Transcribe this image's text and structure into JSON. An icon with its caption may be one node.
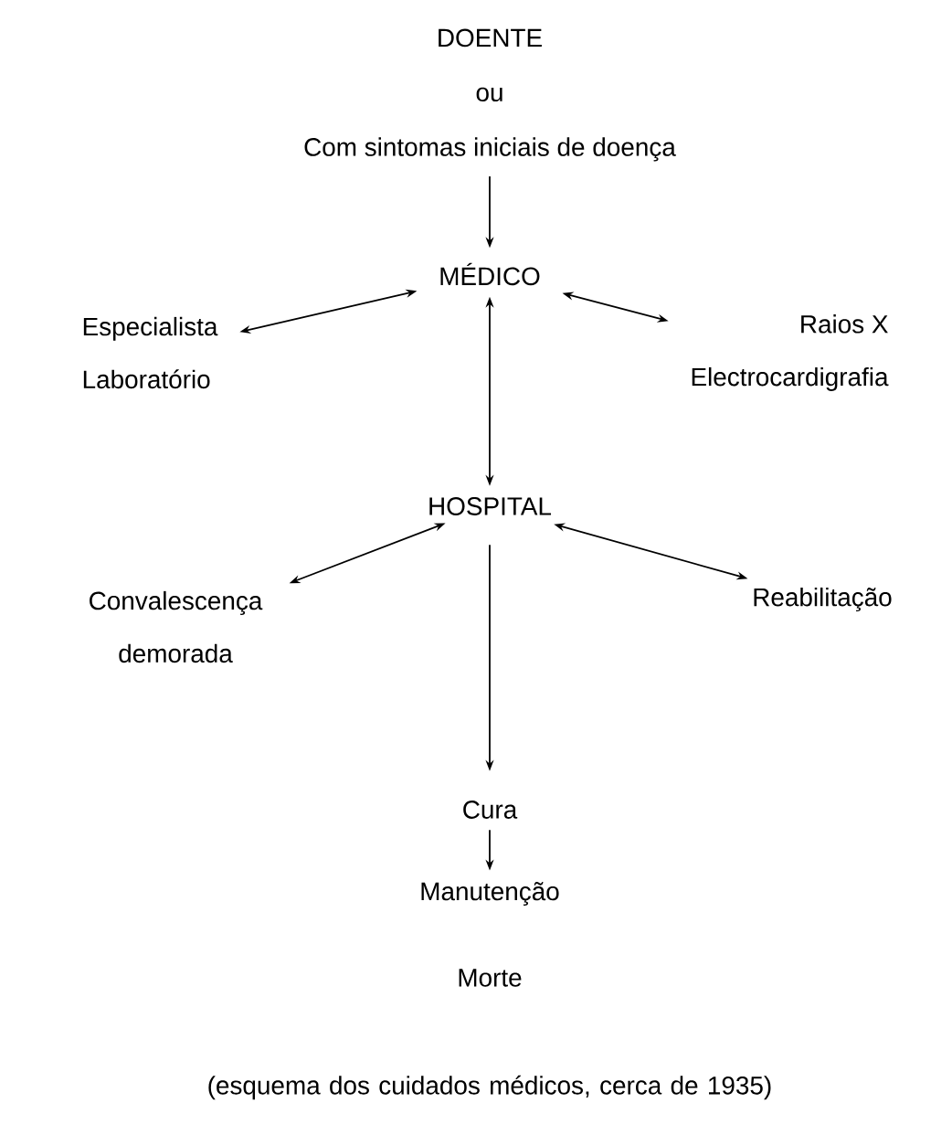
{
  "diagram": {
    "caption": "(esquema dos cuidados médicos, cerca de 1935)",
    "nodes": [
      {
        "text": [
          "DOENTE",
          "ou",
          "Com sintomas iniciais de doença"
        ]
      },
      {
        "text": [
          "MÉDICO"
        ]
      },
      {
        "text": [
          "Especialista",
          "Laboratório"
        ]
      },
      {
        "text": [
          "Raios X",
          "Electrocardigrafia"
        ]
      },
      {
        "text": [
          "HOSPITAL"
        ]
      },
      {
        "text": [
          "Convalescença demorada"
        ]
      },
      {
        "text": [
          "Reabilitação"
        ]
      },
      {
        "text": [
          "Cura"
        ]
      },
      {
        "text": [
          "Manutenção"
        ]
      },
      {
        "text": [
          "Morte"
        ]
      }
    ],
    "edges": [
      {
        "from": 0,
        "to": 1,
        "arrow": "to"
      },
      {
        "from": 1,
        "to": 2,
        "arrow": "both"
      },
      {
        "from": 1,
        "to": 3,
        "arrow": "both"
      },
      {
        "from": 1,
        "to": 4,
        "arrow": "both"
      },
      {
        "from": 4,
        "to": 5,
        "arrow": "both"
      },
      {
        "from": 4,
        "to": 6,
        "arrow": "both"
      },
      {
        "from": 4,
        "to": 7,
        "arrow": "to"
      },
      {
        "from": 7,
        "to": 8,
        "arrow": "to"
      }
    ]
  }
}
